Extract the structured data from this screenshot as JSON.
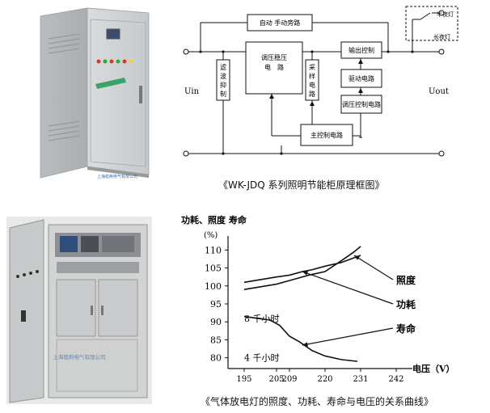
{
  "photo_top": {
    "brand": "上海稳荆电气有限公司",
    "display_color": "#4a6fa5"
  },
  "photo_bottom": {
    "watermark": "上海稳荆电气有限公司"
  },
  "block_diagram": {
    "caption": "《WK-JDQ 系列照明节能柜原理框图》",
    "input_label": "Uin",
    "output_label": "Uout",
    "blocks": {
      "auto_manual": "自动 手动旁路",
      "filter": [
        "滤",
        "波",
        "抑",
        "制"
      ],
      "regulator": [
        "调压稳压",
        "电　路"
      ],
      "sampling": [
        "采",
        "样",
        "电",
        "路"
      ],
      "output_control": "输出控制",
      "drive": "驱动电路",
      "voltage_control": "调压控制电路",
      "main_control": "主控制电路"
    },
    "half_night_lamp": "半夜灯",
    "all_night_lamp": "长夜灯"
  },
  "chart_caption": "《气体放电灯的照度、功耗、寿命与电压的关系曲线》",
  "chart_data": {
    "type": "line",
    "title": "功耗、照度  寿命",
    "y_unit": "(%)",
    "xlabel": "电压（V）",
    "x_ticks": [
      195,
      205,
      209,
      220,
      231,
      242
    ],
    "x_tick_labels": [
      "195",
      "205",
      "209",
      "220",
      "231",
      "242"
    ],
    "y_ticks": [
      80,
      85,
      90,
      95,
      100,
      105,
      110
    ],
    "xlim": [
      190,
      247
    ],
    "ylim": [
      77,
      113
    ],
    "annotations": [
      "8 千小时",
      "4 千小时"
    ],
    "series": [
      {
        "name": "照度",
        "x": [
          195,
          205,
          209,
          215,
          220,
          225,
          229,
          231
        ],
        "y": [
          99.0,
          100.5,
          101.5,
          103.0,
          104.0,
          107.0,
          109.5,
          111.0
        ]
      },
      {
        "name": "功耗",
        "x": [
          195,
          205,
          209,
          213,
          216,
          220,
          225,
          231
        ],
        "y": [
          101.0,
          102.5,
          103.0,
          104.0,
          104.5,
          105.5,
          106.5,
          108.5
        ]
      },
      {
        "name": "寿命",
        "x": [
          195,
          199,
          203,
          206,
          209,
          212,
          216,
          220,
          225,
          230
        ],
        "y": [
          91.5,
          91.0,
          90.5,
          89.0,
          86.0,
          84.5,
          82.0,
          80.5,
          79.5,
          79.0
        ]
      }
    ]
  }
}
